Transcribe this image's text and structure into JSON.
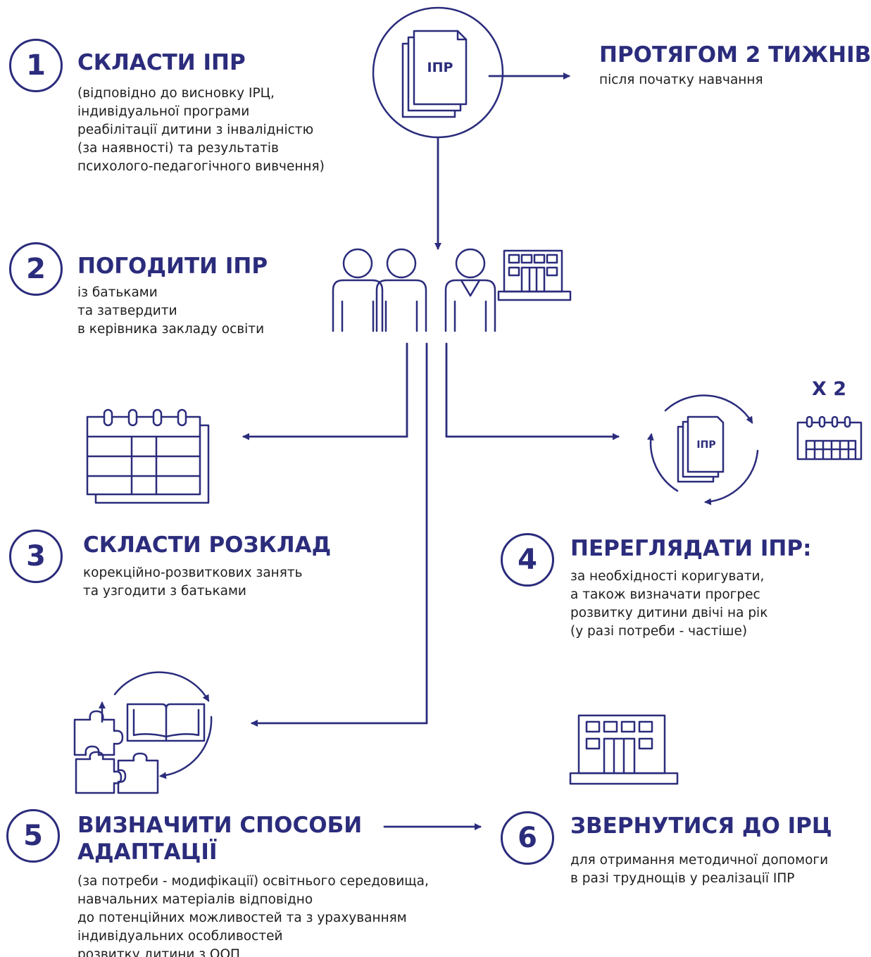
{
  "colors": {
    "accent": "#2b2c7c",
    "text": "#1e1e1e",
    "background": "#ffffff"
  },
  "steps": [
    {
      "number": "1",
      "title": "СКЛАСТИ ІПР",
      "body": "(відповідно до висновку ІРЦ,\nіндивідуальної програми\nреабілітації дитини з інвалідністю\n(за наявності) та результатів\nпсихолого-педагогічного вивчення)"
    },
    {
      "number": "2",
      "title": "ПОГОДИТИ ІПР",
      "body": "із батьками\nта затвердити\nв керівника закладу освіти"
    },
    {
      "number": "3",
      "title": "СКЛАСТИ РОЗКЛАД",
      "body": "корекційно-розвиткових занять\nта узгодити з батьками"
    },
    {
      "number": "4",
      "title": "ПЕРЕГЛЯДАТИ ІПР:",
      "body": "за необхідності коригувати,\nа також визначати прогрес\nрозвитку дитини двічі на рік\n(у разі потреби - частіше)"
    },
    {
      "number": "5",
      "title_line1": "ВИЗНАЧИТИ СПОСОБИ",
      "title_line2": "АДАПТАЦІЇ",
      "body": "(за потреби - модифікації) освітнього середовища,\nнавчальних матеріалів відповідно\nдо потенційних можливостей та з урахуванням\nіндивідуальних особливостей\nрозвитку дитини з ООП"
    },
    {
      "number": "6",
      "title": "ЗВЕРНУТИСЯ ДО ІРЦ",
      "body": "для отримання методичної допомоги\nв разі труднощів у реалізації ІПР"
    }
  ],
  "deadline": {
    "title": "ПРОТЯГОМ 2 ТИЖНІВ",
    "subtitle": "після початку навчання"
  },
  "icons": {
    "document_label": "ІПР",
    "review_document_label": "ІПР",
    "frequency_label": "Х 2",
    "names": [
      "document-stack-icon",
      "people-icon",
      "school-building-icon",
      "calendar-icon",
      "cycle-arrows-icon",
      "puzzle-icon",
      "book-icon"
    ]
  }
}
